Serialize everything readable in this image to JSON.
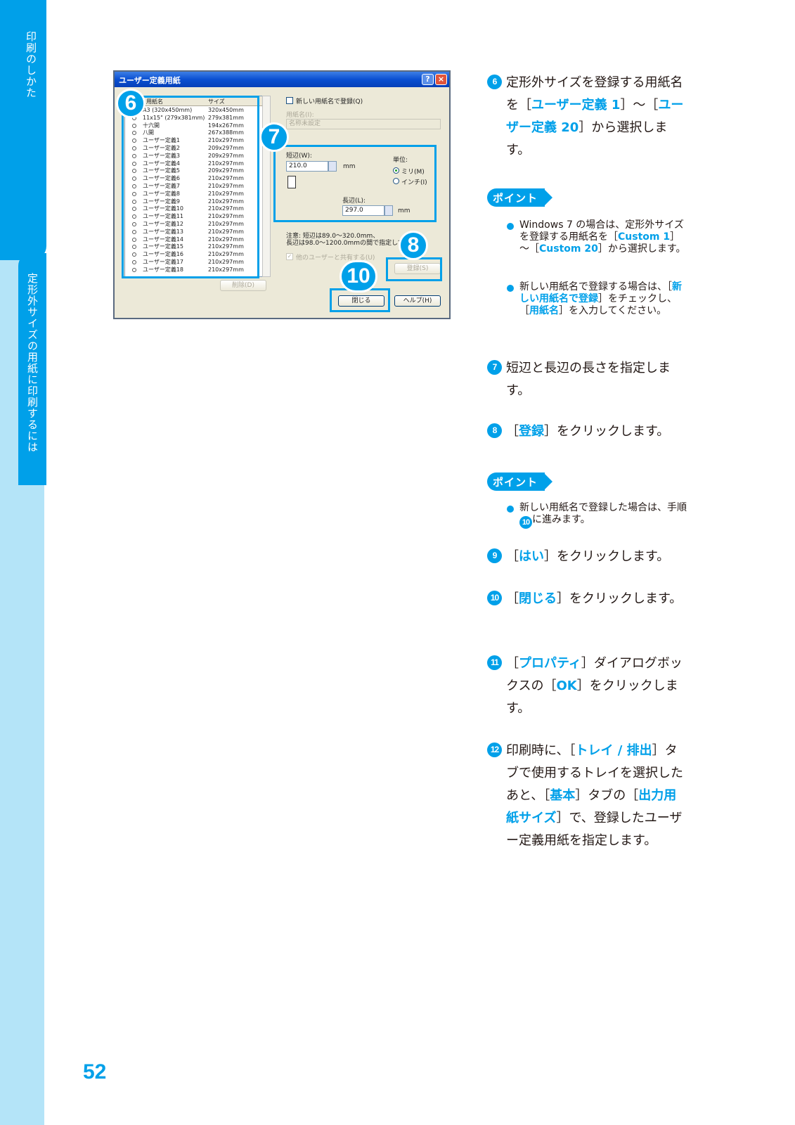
{
  "sidebar": {
    "tab1_label": "印刷のしかた",
    "tab2_label": "定形外サイズの用紙に印刷するには"
  },
  "page_number": "52",
  "dialog": {
    "title": "ユーザー定義用紙",
    "help_btn": "?",
    "close_btn": "×",
    "list_head_name": "用紙名",
    "list_head_size": "サイズ",
    "rows": [
      {
        "name": "A3 (320x450mm)",
        "size": "320x450mm"
      },
      {
        "name": "11x15\" (279x381mm)",
        "size": "279x381mm"
      },
      {
        "name": "十六開",
        "size": "194x267mm"
      },
      {
        "name": "八開",
        "size": "267x388mm"
      },
      {
        "name": "ユーザー定義1",
        "size": "210x297mm"
      },
      {
        "name": "ユーザー定義2",
        "size": "209x297mm"
      },
      {
        "name": "ユーザー定義3",
        "size": "209x297mm"
      },
      {
        "name": "ユーザー定義4",
        "size": "210x297mm"
      },
      {
        "name": "ユーザー定義5",
        "size": "209x297mm"
      },
      {
        "name": "ユーザー定義6",
        "size": "210x297mm"
      },
      {
        "name": "ユーザー定義7",
        "size": "210x297mm"
      },
      {
        "name": "ユーザー定義8",
        "size": "210x297mm"
      },
      {
        "name": "ユーザー定義9",
        "size": "210x297mm"
      },
      {
        "name": "ユーザー定義10",
        "size": "210x297mm"
      },
      {
        "name": "ユーザー定義11",
        "size": "210x297mm"
      },
      {
        "name": "ユーザー定義12",
        "size": "210x297mm"
      },
      {
        "name": "ユーザー定義13",
        "size": "210x297mm"
      },
      {
        "name": "ユーザー定義14",
        "size": "210x297mm"
      },
      {
        "name": "ユーザー定義15",
        "size": "210x297mm"
      },
      {
        "name": "ユーザー定義16",
        "size": "210x297mm"
      },
      {
        "name": "ユーザー定義17",
        "size": "210x297mm"
      },
      {
        "name": "ユーザー定義18",
        "size": "210x297mm"
      }
    ],
    "new_name_checkbox": "新しい用紙名で登録(Q)",
    "paper_name_label": "用紙名(I):",
    "paper_name_value": "名称未設定",
    "short_edge_label": "短辺(W):",
    "short_edge_value": "210.0",
    "unit_mm_1": "mm",
    "unit_label": "単位:",
    "unit_mm_option": "ミリ(M)",
    "unit_inch_option": "インチ(I)",
    "long_edge_label": "長辺(L):",
    "long_edge_value": "297.0",
    "unit_mm_2": "mm",
    "note_line1": "注意: 短辺は89.0～320.0mm、",
    "note_line2": "長辺は98.0～1200.0mmの間で指定してください。",
    "share_checkbox": "他のユーザーと共有する(U)",
    "register_btn": "登録(S)",
    "delete_btn": "削除(D)",
    "close_dialog_btn": "閉じる",
    "help_dialog_btn": "ヘルプ(H)",
    "callouts": {
      "c6": "6",
      "c7": "7",
      "c8": "8",
      "c10": "10"
    }
  },
  "steps": {
    "s6": {
      "num": "6",
      "t1": "定形外サイズを登録する用紙名を［",
      "em1": "ユーザー定義 1",
      "t2": "］～［",
      "em2": "ユーザー定義 20",
      "t3": "］から選択します。"
    },
    "point1": {
      "tag": "ポイント",
      "b1": {
        "t1": "Windows 7 の場合は、定形外サイズを登録する用紙名を［",
        "em1": "Custom 1",
        "t2": "］～［",
        "em2": "Custom 20",
        "t3": "］から選択します。"
      },
      "b2": {
        "t1": "新しい用紙名で登録する場合は、［",
        "em1": "新しい用紙名で登録",
        "t2": "］をチェックし、［",
        "em2": "用紙名",
        "t3": "］を入力してください。"
      }
    },
    "s7": {
      "num": "7",
      "t1": "短辺と長辺の長さを指定します。"
    },
    "s8": {
      "num": "8",
      "t1": "［",
      "em1": "登録",
      "t2": "］をクリックします。"
    },
    "point2": {
      "tag": "ポイント",
      "b1": {
        "t1": "新しい用紙名で登録した場合は、手順",
        "num": "10",
        "t2": "に進みます。"
      }
    },
    "s9": {
      "num": "9",
      "t1": "［",
      "em1": "はい",
      "t2": "］をクリックします。"
    },
    "s10": {
      "num": "10",
      "t1": "［",
      "em1": "閉じる",
      "t2": "］をクリックします。"
    },
    "s11": {
      "num": "11",
      "t1": "［",
      "em1": "プロパティ",
      "t2": "］ダイアログボックスの［",
      "em2": "OK",
      "t3": "］をクリックします。"
    },
    "s12": {
      "num": "12",
      "t1": "印刷時に、［",
      "em1": "トレイ / 排出",
      "t2": "］タブで使用するトレイを選択したあと、［",
      "em2": "基本",
      "t3": "］タブの［",
      "em3": "出力用紙サイズ",
      "t4": "］で、登録したユーザー定義用紙を指定します。"
    }
  }
}
